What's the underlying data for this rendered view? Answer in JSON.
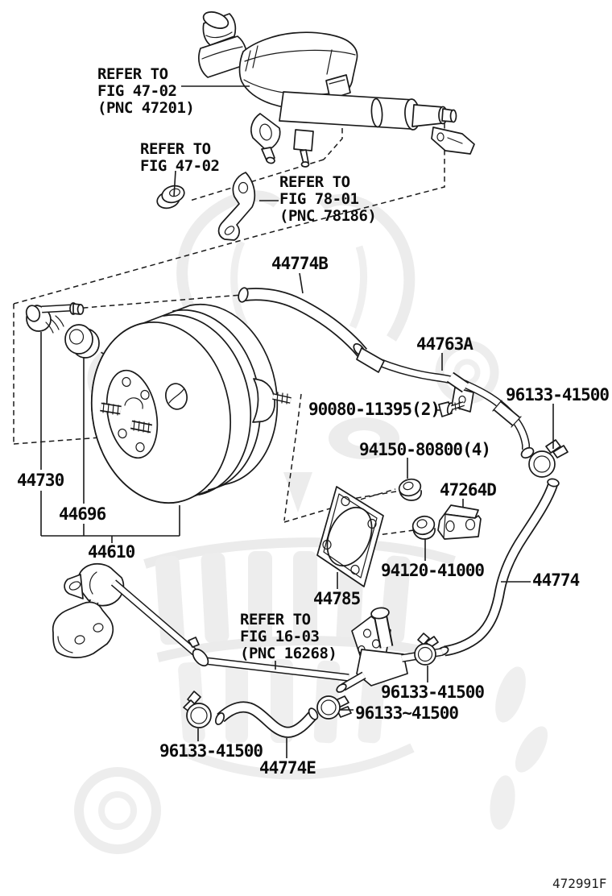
{
  "diagram": {
    "figure_code": "472991F",
    "colors": {
      "line": "#1a1a1a",
      "background": "#ffffff",
      "watermark": "#ececec"
    },
    "ref_notes": {
      "master_cylinder": {
        "line1": "REFER TO",
        "line2": "FIG 47-02",
        "line3": "(PNC 47201)"
      },
      "mount_nut": {
        "line1": "REFER TO",
        "line2": "FIG 47-02"
      },
      "clamp_bracket": {
        "line1": "REFER TO",
        "line2": "FIG 78-01",
        "line3": "(PNC 78186)"
      },
      "vacuum_pipe": {
        "line1": "REFER TO",
        "line2": "FIG 16-03",
        "line3": "(PNC 16268)"
      }
    },
    "part_labels": {
      "hose_44774b": "44774B",
      "pipe_44763a": "44763A",
      "clamp_upper_right": "96133-41500",
      "bolt_90080": "90080-11395(2)",
      "nut_94150": "94150-80800(4)",
      "bracket_47264d": "47264D",
      "check_valve_44730": "44730",
      "grommet_44696": "44696",
      "booster_44610": "44610",
      "nut_94120": "94120-41000",
      "gasket_44785": "44785",
      "hose_44774": "44774",
      "clamp_middle": "96133-41500",
      "clamp_center": "96133~41500",
      "clamp_lower_left": "96133-41500",
      "hose_44774e": "44774E"
    }
  }
}
